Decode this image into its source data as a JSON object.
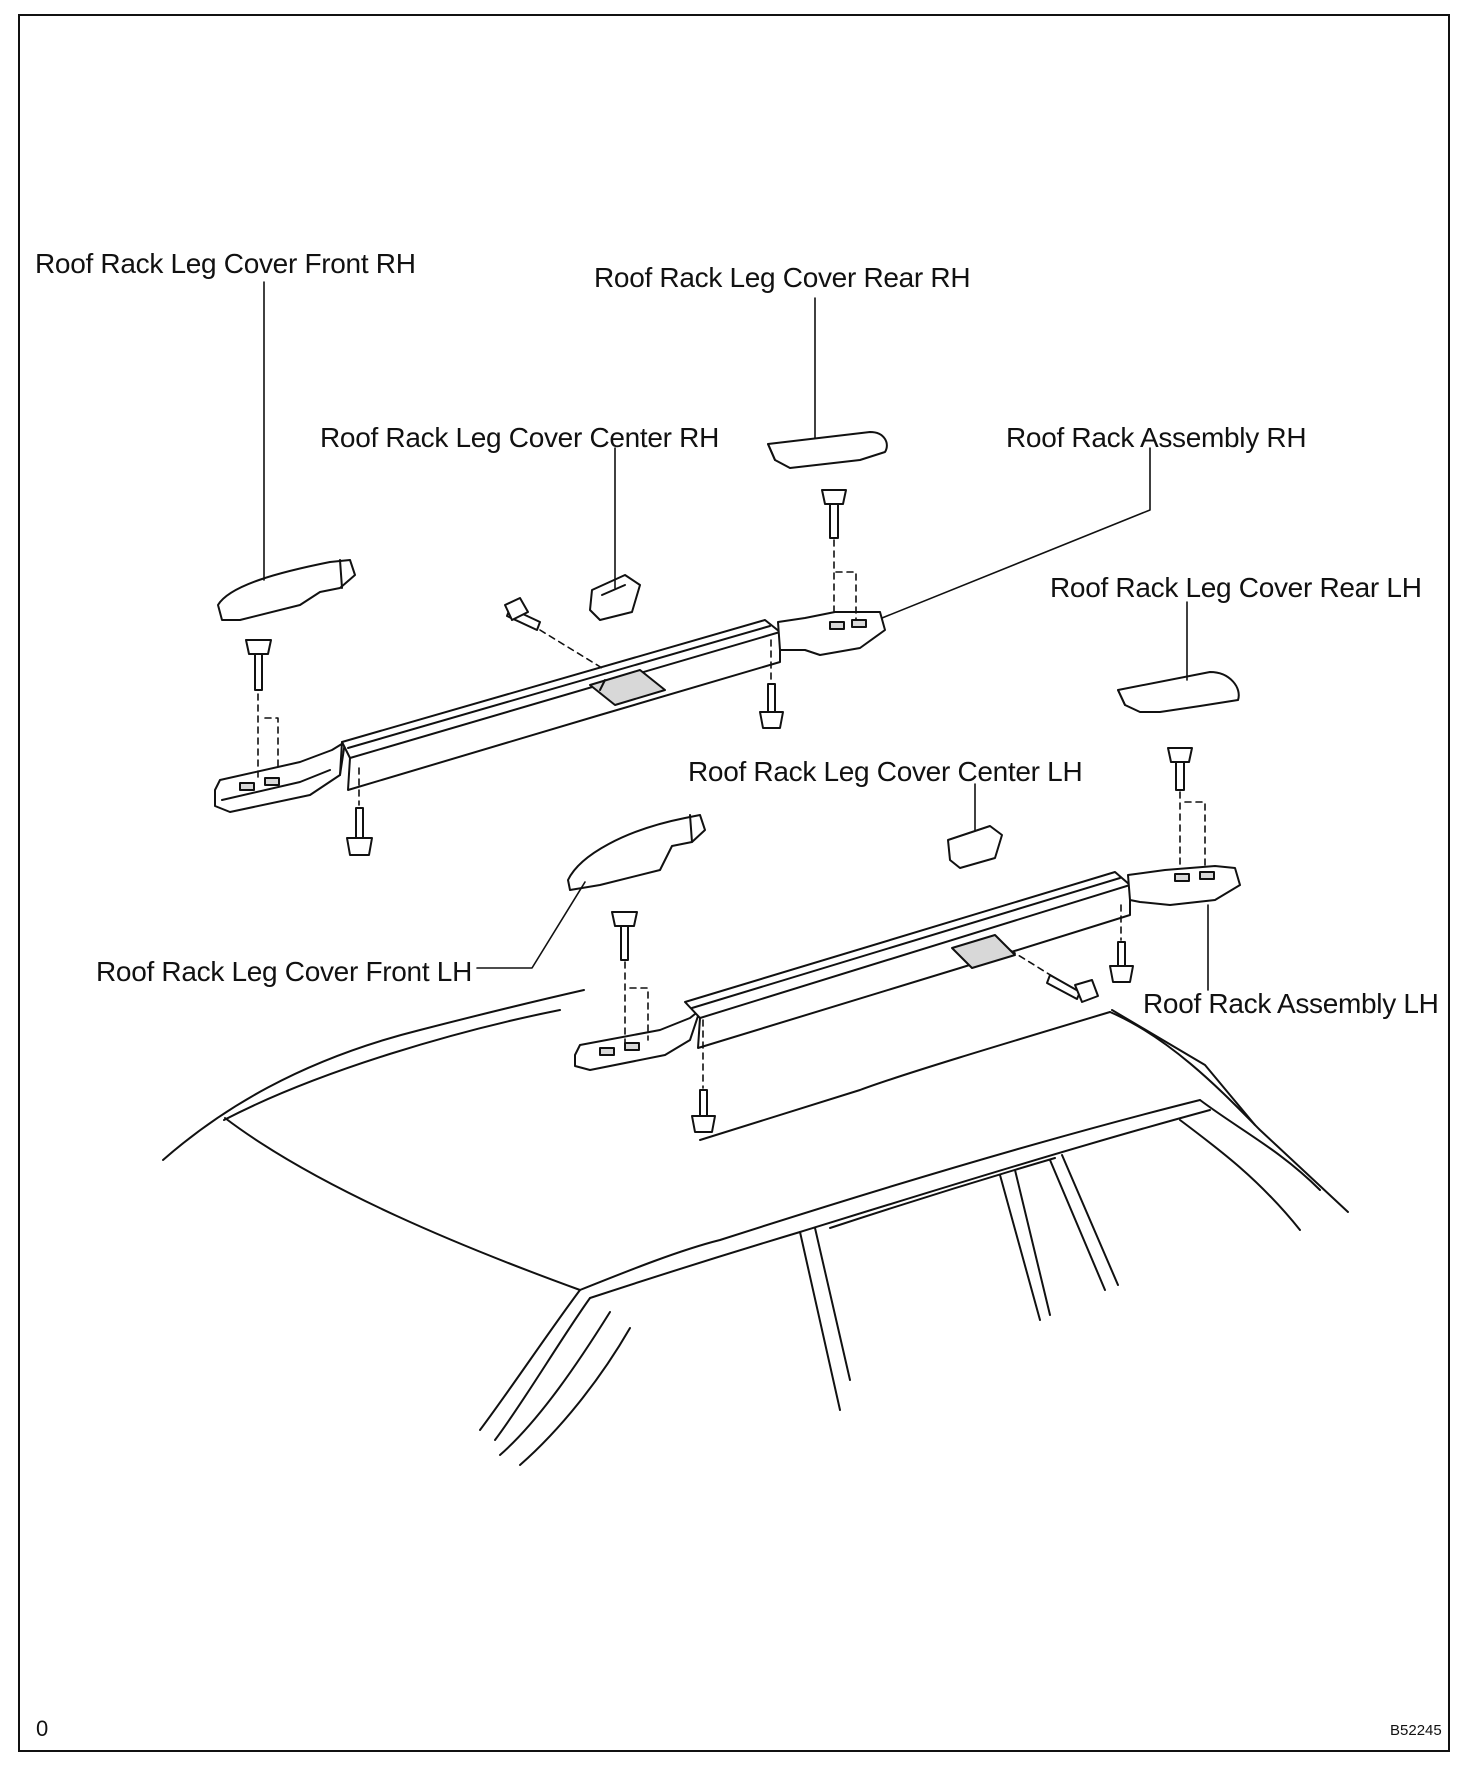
{
  "labels": {
    "cover_front_rh": "Roof Rack Leg Cover Front RH",
    "cover_rear_rh": "Roof Rack Leg Cover Rear RH",
    "cover_center_rh": "Roof Rack Leg Cover Center RH",
    "assembly_rh": "Roof Rack Assembly RH",
    "cover_rear_lh": "Roof Rack Leg Cover Rear LH",
    "cover_center_lh": "Roof Rack Leg Cover Center LH",
    "cover_front_lh": "Roof Rack Leg Cover Front LH",
    "assembly_lh": "Roof Rack Assembly LH"
  },
  "footer": {
    "corner_mark": "0",
    "figure_code": "B52245"
  },
  "colors": {
    "ink": "#111111",
    "fill_light": "#ffffff",
    "fill_shade": "#d8d8d8"
  }
}
